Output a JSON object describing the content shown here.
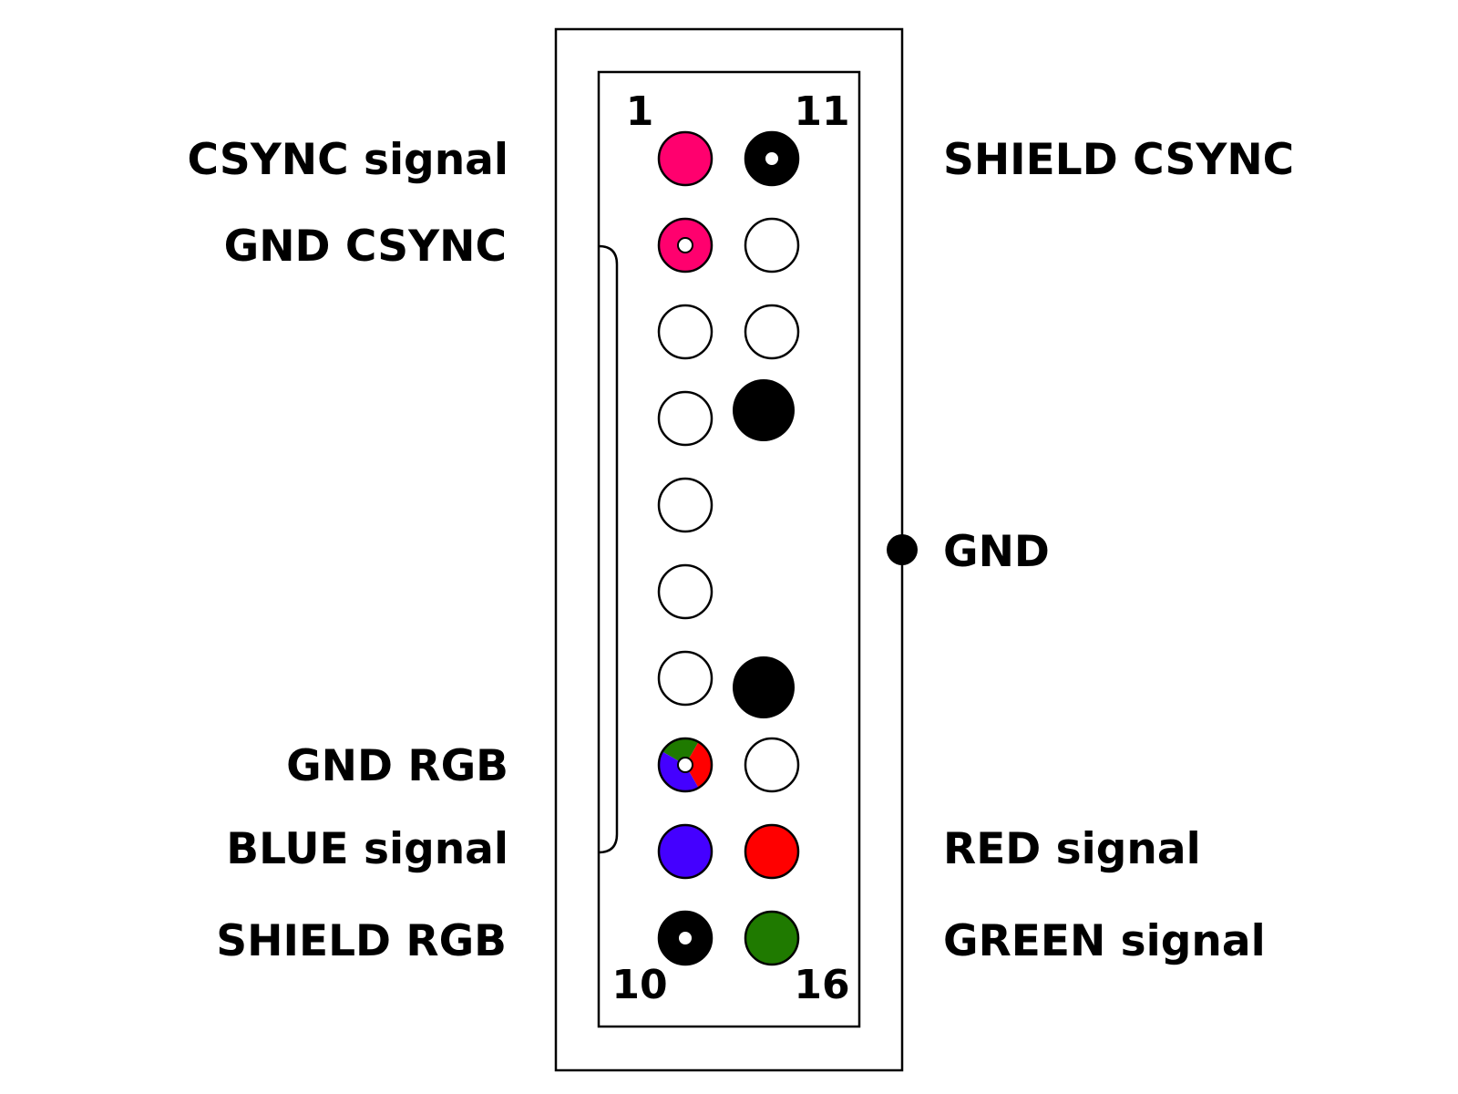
{
  "pin_numbers": {
    "top_left": "1",
    "top_right": "11",
    "bottom_left": "10",
    "bottom_right": "16"
  },
  "labels": {
    "csync_signal": "CSYNC signal",
    "gnd_csync": "GND CSYNC",
    "gnd_rgb": "GND RGB",
    "blue_signal": "BLUE signal",
    "shield_rgb": "SHIELD RGB",
    "shield_csync": "SHIELD CSYNC",
    "gnd": "GND",
    "red_signal": "RED signal",
    "green_signal": "GREEN signal"
  },
  "colors": {
    "csync": "#ff006e",
    "blue": "#4400ff",
    "red": "#ff0000",
    "green": "#1f7a00",
    "black": "#000000",
    "outline": "#000000",
    "background": "#ffffff"
  }
}
